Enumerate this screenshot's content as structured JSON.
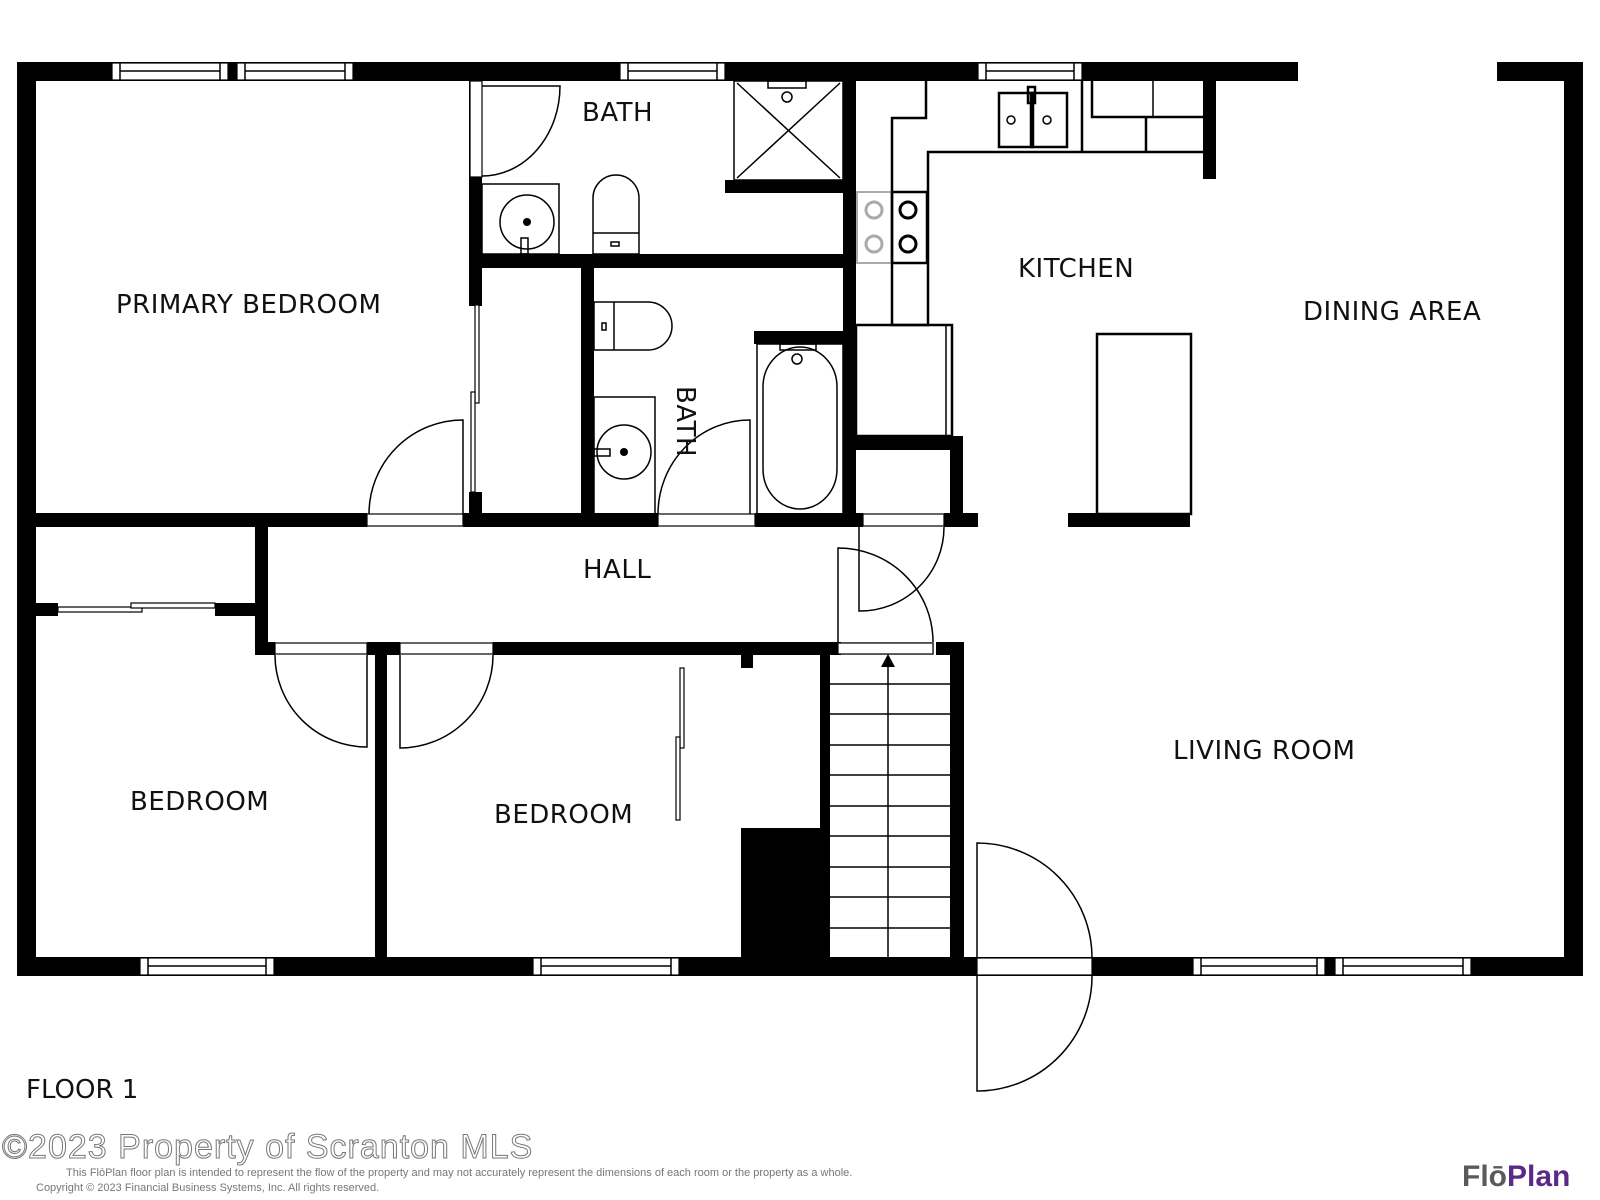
{
  "floor": {
    "label": "FLOOR 1"
  },
  "rooms": {
    "primary_bedroom": "PRIMARY BEDROOM",
    "bath_top": "BATH",
    "bath_middle": "BATH",
    "kitchen": "KITCHEN",
    "dining_area": "DINING AREA",
    "hall": "HALL",
    "bedroom_left": "BEDROOM",
    "bedroom_center": "BEDROOM",
    "living_room": "LIVING ROOM"
  },
  "footer": {
    "watermark": "©2023 Property of Scranton MLS",
    "disclaimer": "This FlōPlan floor plan is intended to represent the flow of the property and may not accurately represent the dimensions of each room or the property as a whole.",
    "copyright": "Copyright © 2023 Financial Business Systems, Inc. All rights reserved.",
    "logo_part1": "Flō",
    "logo_part2": "Plan"
  },
  "colors": {
    "wall": "#000000",
    "logo_gray": "#5a5a5a",
    "logo_purple": "#5b2a86",
    "disabled_burner": "#aaaaaa"
  },
  "icons": [
    "door-swing-icon",
    "window-icon",
    "sink-icon",
    "toilet-icon",
    "bathtub-icon",
    "shower-icon",
    "stove-icon",
    "stair-arrow-icon",
    "sliding-door-icon"
  ]
}
